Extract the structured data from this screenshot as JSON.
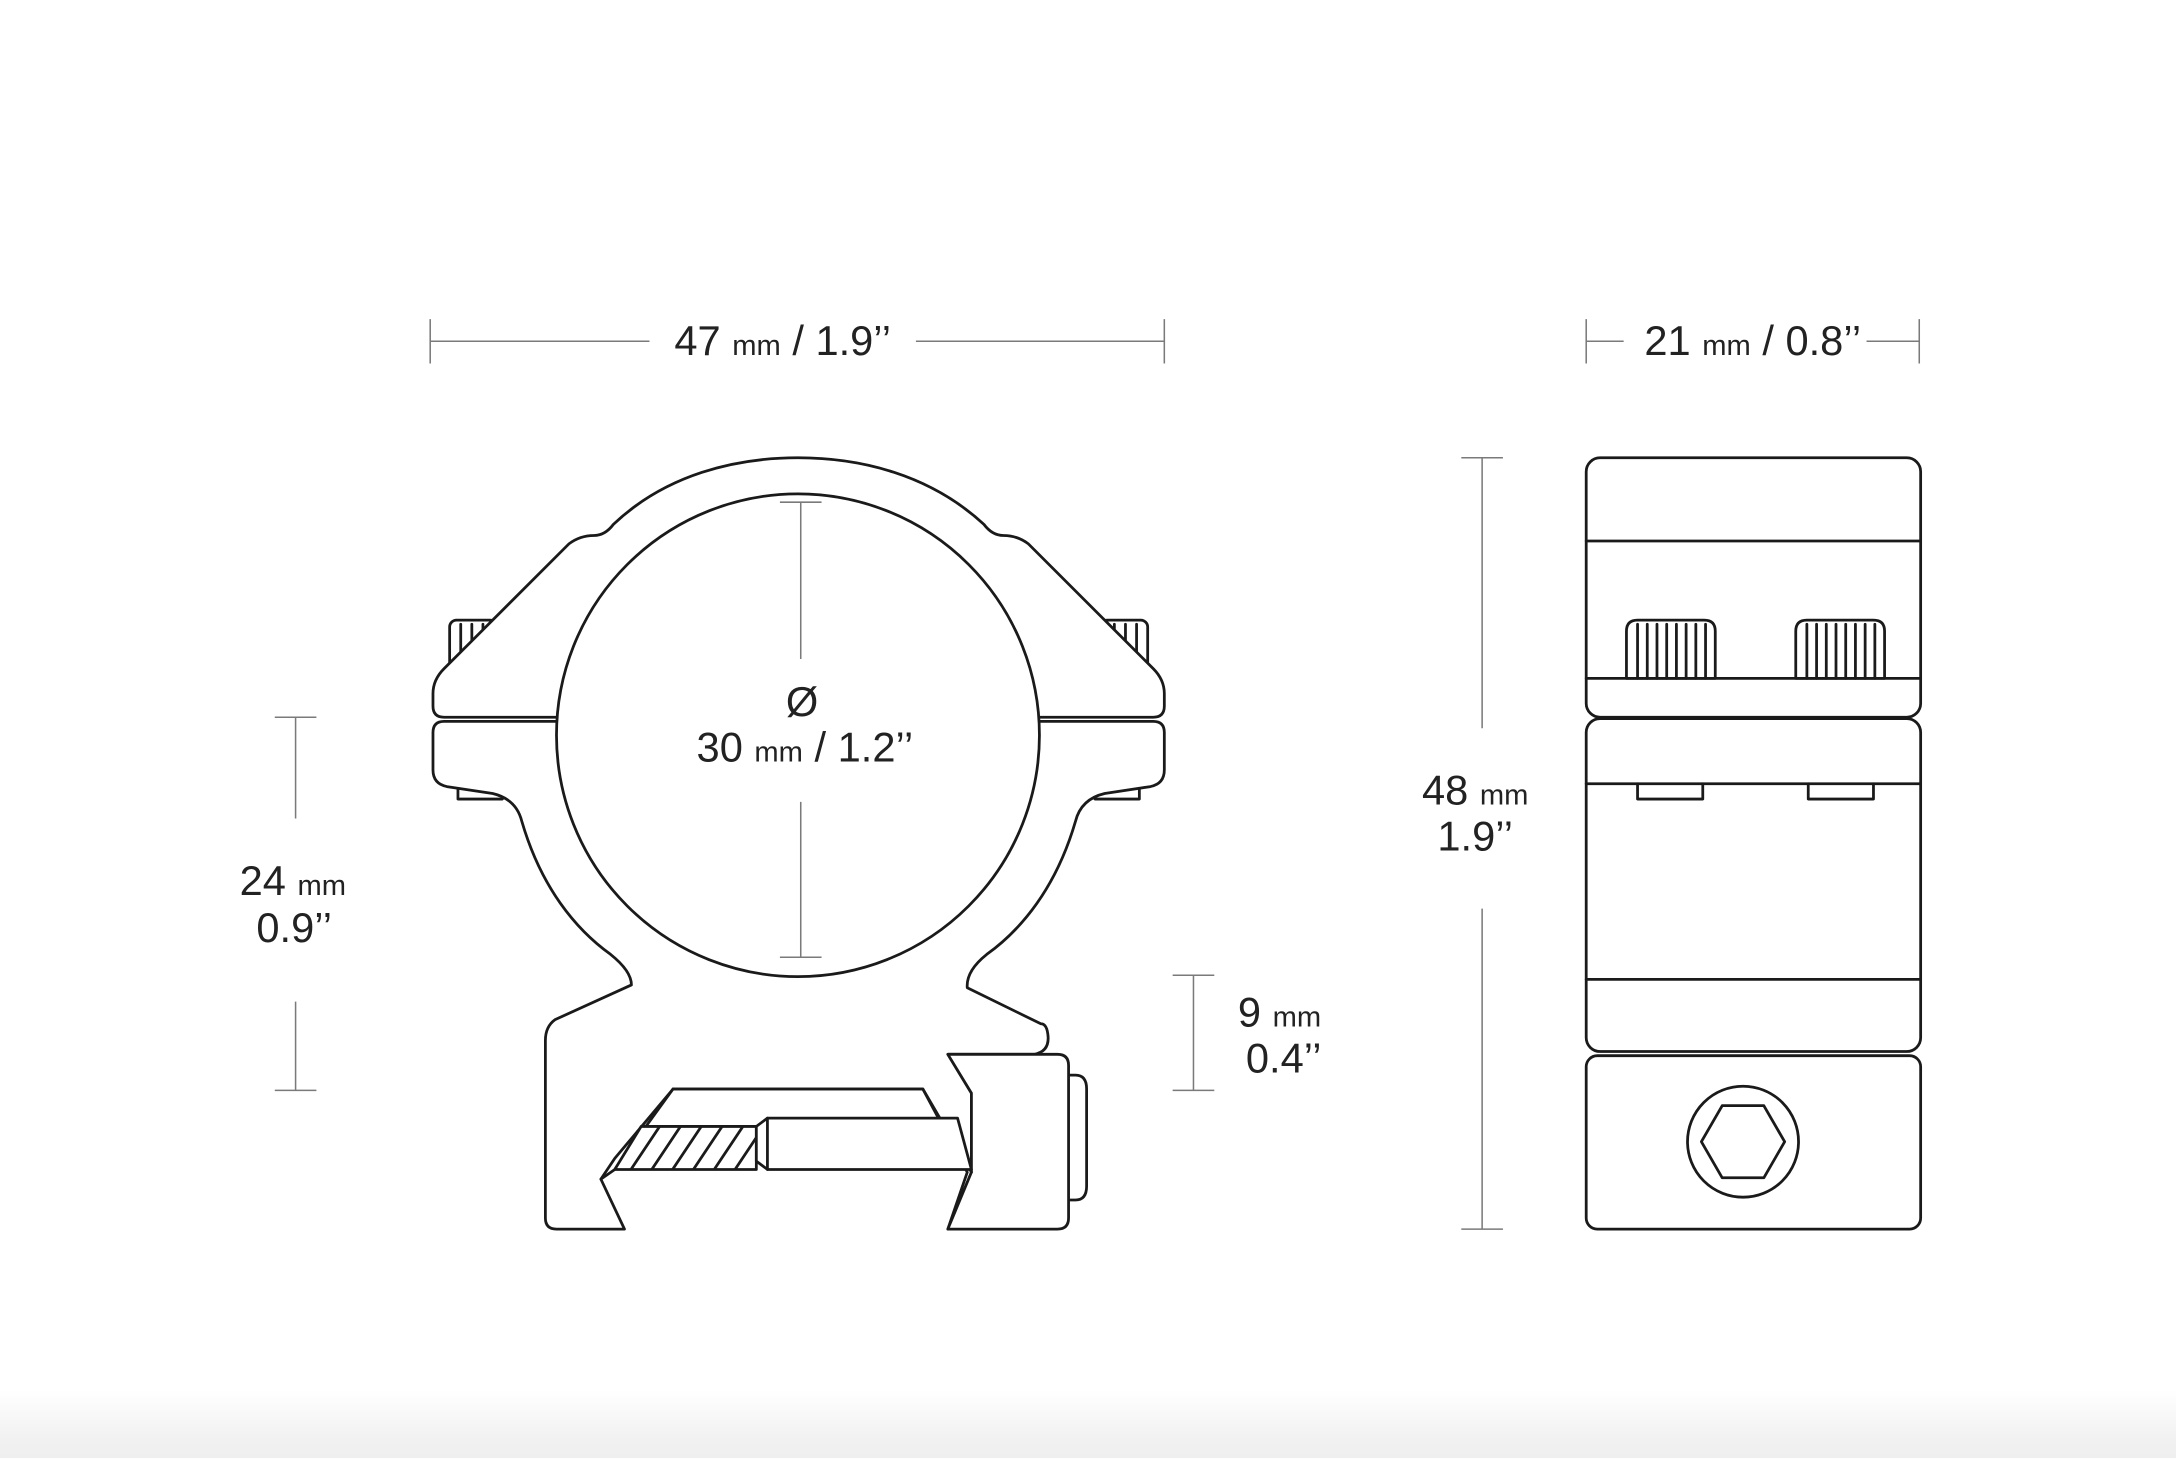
{
  "front_view": {
    "width_dim": {
      "value": "47",
      "unit": "mm",
      "imperial": "/ 1.9’’"
    },
    "diameter_dim": {
      "symbol": "Ø",
      "value": "30",
      "unit": "mm",
      "imperial": "/ 1.2’’"
    },
    "height_dim": {
      "value": "24",
      "unit": "mm",
      "imperial": "0.9’’"
    },
    "base_dim": {
      "value": "9",
      "unit": "mm",
      "imperial": "0.4’’"
    }
  },
  "side_view": {
    "width_dim": {
      "value": "21",
      "unit": "mm",
      "imperial": "/ 0.8’’"
    },
    "height_dim": {
      "value": "48",
      "unit": "mm",
      "imperial": "1.9’’"
    }
  },
  "colors": {
    "line": "#1a1a1a",
    "dimension": "#7a7a7a",
    "background": "#ffffff"
  }
}
